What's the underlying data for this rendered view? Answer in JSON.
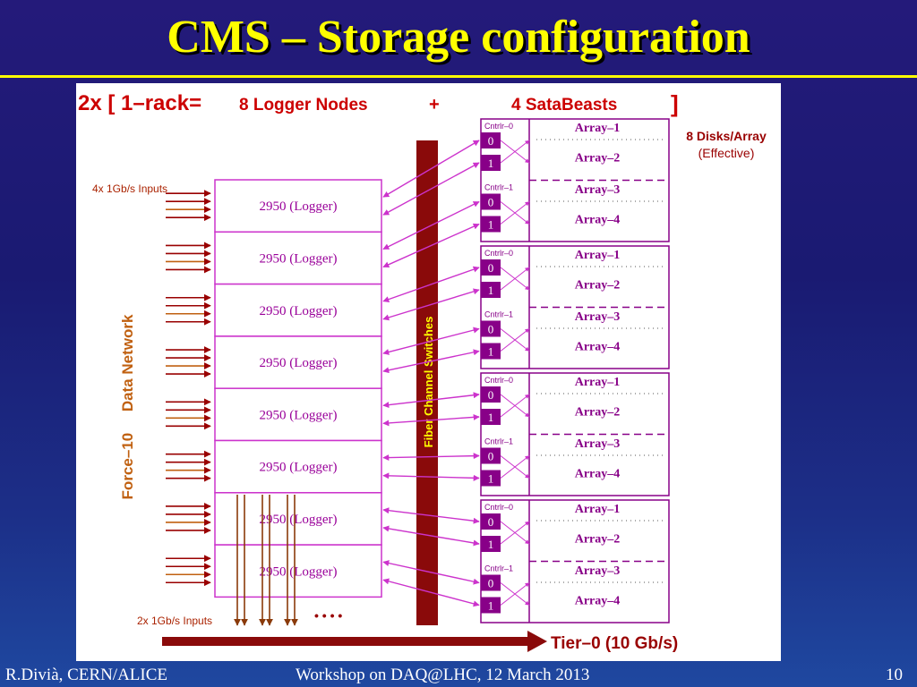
{
  "slide": {
    "title": "CMS – Storage configuration",
    "footer_author": "R.Divià, CERN/ALICE",
    "footer_event": "Workshop on DAQ@LHC, 12 March 2013",
    "page_number": "10"
  },
  "diagram": {
    "header": {
      "multiplier": "2x [ 1–rack=",
      "logger_nodes": "8 Logger Nodes",
      "plus": "+",
      "satabeasts": "4 SataBeasts",
      "close_bracket": "]"
    },
    "disks_note": {
      "line1": "8 Disks/Array",
      "line2": "(Effective)"
    },
    "inputs_top_label": "4x 1Gb/s Inputs",
    "inputs_bottom_label": "2x 1Gb/s Inputs",
    "data_network_label": "Force–10     Data Network",
    "fc_switch_label": "Fiber Channel Switches",
    "tier0_label": "Tier–0 (10 Gb/s)",
    "ellipsis": "• • • •",
    "logger_nodes": [
      "2950 (Logger)",
      "2950 (Logger)",
      "2950 (Logger)",
      "2950 (Logger)",
      "2950 (Logger)",
      "2950 (Logger)",
      "2950 (Logger)",
      "2950 (Logger)"
    ],
    "controllers": [
      "Cntrlr–0",
      "Cntrlr–1"
    ],
    "ports": [
      "0",
      "1"
    ],
    "arrays": [
      "Array–1",
      "Array–2",
      "Array–3",
      "Array–4"
    ],
    "satabeast_count": 4
  },
  "colors": {
    "accent_title": "#ffff00",
    "magenta": "#cc33cc",
    "port_fill": "#880088",
    "logger_text": "#990099",
    "array_text": "#880088",
    "header_red": "#cc0000",
    "maroon": "#8a0a0a",
    "inputs_red": "#aa2200",
    "orange": "#c06010",
    "dark_red_arrow": "#990000"
  }
}
